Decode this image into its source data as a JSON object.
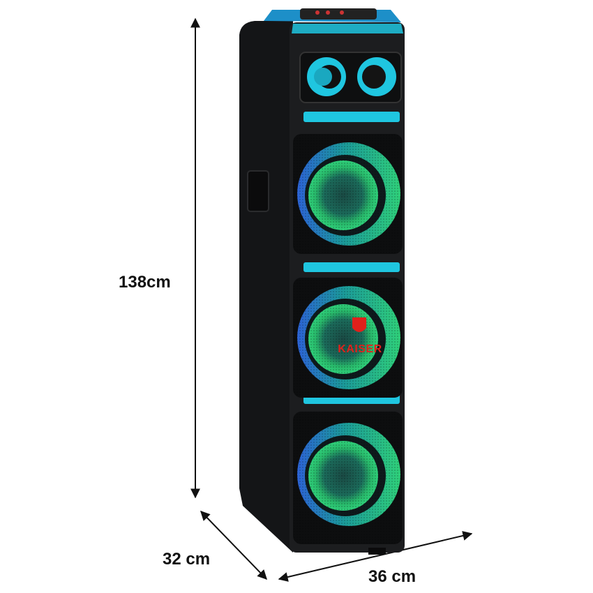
{
  "dimensions": {
    "height_label": "138cm",
    "depth_label": "32 cm",
    "width_label": "36 cm"
  },
  "product": {
    "brand_logo_text": "KAISER",
    "colors": {
      "body": "#1a1b1d",
      "side": "#121314",
      "light_cyan": "#1fc6e0",
      "light_green": "#2fd07a",
      "light_blue": "#2c63d6",
      "logo_red": "#e0211b",
      "arrow": "#111111"
    }
  }
}
